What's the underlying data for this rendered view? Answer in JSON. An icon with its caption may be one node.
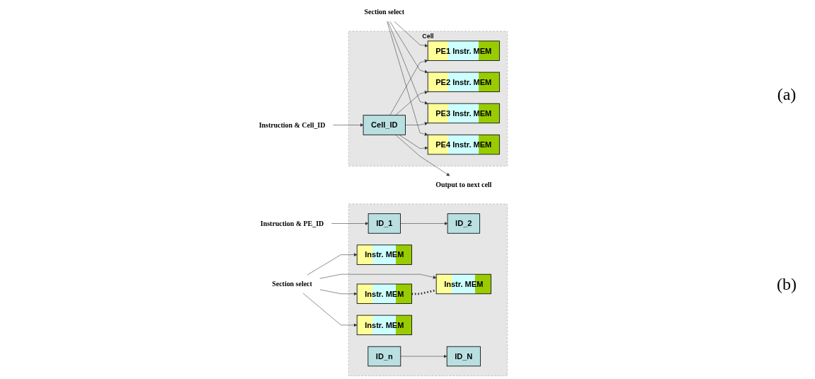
{
  "diagram": {
    "nodes": [
      {
        "text": [],
        "shape": "box"
      },
      {
        "text": [
          "Instruction & PE_ID"
        ]
      },
      {
        "text": [
          "ID_1"
        ],
        "in": 0
      },
      {
        "text": [
          "Instr. MEM"
        ],
        "in": 0
      },
      {
        "text": [
          "ID_2"
        ],
        "in": 0
      },
      {
        "text": [
          "Instr. MEM"
        ],
        "in": 0
      },
      {
        "text": [
          "ID_n"
        ],
        "in": 0
      },
      {
        "text": [
          "Instr. MEM"
        ],
        "in": 0
      },
      {
        "text": [
          "ID_N"
        ],
        "in": 0
      },
      {
        "text": [
          "Instr. MEM"
        ],
        "in": 0
      },
      {
        "text": [
          "Section select"
        ]
      },
      {
        "text": [
          "Cell"
        ]
      },
      {
        "text": [
          "Instruction & Cell_ID"
        ]
      },
      {
        "text": [
          "Cell_ID"
        ],
        "in": 11
      },
      {
        "text": [
          "PE1 Instr. MEM"
        ],
        "in": 11
      },
      {
        "text": [
          "PE2 Instr. MEM"
        ],
        "in": 11
      },
      {
        "text": [
          "PE3 Instr. MEM"
        ],
        "in": 11
      },
      {
        "text": [
          "PE4 Instr. MEM"
        ],
        "in": 11
      },
      {
        "text": [
          "Output to next cell"
        ]
      },
      {
        "text": [
          "Section select"
        ]
      }
    ],
    "edges": [
      {
        "from": 1,
        "to": 2,
        "arrow": "to"
      },
      {
        "from": 2,
        "to": 4,
        "arrow": "to"
      },
      {
        "from": 5,
        "to": 7,
        "arrow": "none",
        "style": "dashed"
      },
      {
        "from": 6,
        "to": 8,
        "arrow": "to"
      },
      {
        "from": 10,
        "to": 3,
        "arrow": "to"
      },
      {
        "from": 10,
        "to": 5,
        "arrow": "to"
      },
      {
        "from": 10,
        "to": 7,
        "arrow": "to"
      },
      {
        "from": 10,
        "to": 9,
        "arrow": "to"
      },
      {
        "from": 12,
        "to": 13,
        "arrow": "to"
      },
      {
        "from": 13,
        "to": 14,
        "arrow": "to"
      },
      {
        "from": 13,
        "to": 15,
        "arrow": "to"
      },
      {
        "from": 13,
        "to": 16,
        "arrow": "to"
      },
      {
        "from": 13,
        "to": 17,
        "arrow": "to"
      },
      {
        "from": 13,
        "to": 18,
        "arrow": "to"
      },
      {
        "from": 19,
        "to": 14,
        "arrow": "to"
      },
      {
        "from": 19,
        "to": 15,
        "arrow": "to"
      },
      {
        "from": 19,
        "to": 16,
        "arrow": "to"
      },
      {
        "from": 19,
        "to": 17,
        "arrow": "to"
      }
    ],
    "labels": [
      "(a)",
      "(b)"
    ]
  }
}
